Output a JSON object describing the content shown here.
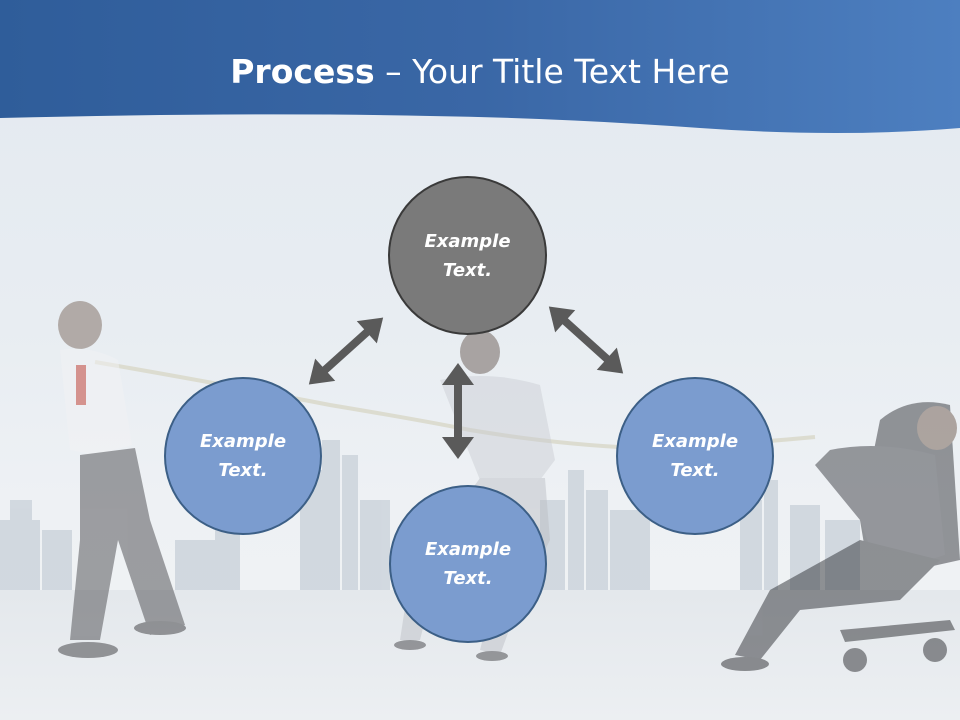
{
  "title": {
    "bold": "Process",
    "rest": " – Your Title Text Here"
  },
  "nodes": {
    "top": {
      "label": "Example Text."
    },
    "left": {
      "label": "Example Text."
    },
    "right": {
      "label": "Example Text."
    },
    "bottom": {
      "label": "Example Text."
    }
  },
  "colors": {
    "header_blue": "#3e6eae",
    "node_gray": "#7a7a7a",
    "node_blue": "#7b9ccf",
    "arrow": "#5a5a5a"
  }
}
